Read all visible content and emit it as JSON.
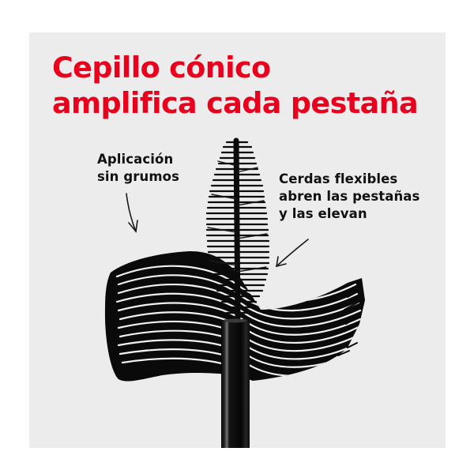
{
  "colors": {
    "background": "#ffffff",
    "panel": "#ececec",
    "title": "#e8001c",
    "text": "#111111",
    "mascara": "#0a0a0a"
  },
  "title": {
    "line1": "Cepillo cónico",
    "line2": "amplifica cada pestaña"
  },
  "annotations": {
    "left": {
      "line1": "Aplicación",
      "line2": "sin grumos",
      "arrow": "arrow-down-icon"
    },
    "right": {
      "line1": "Cerdas flexibles",
      "line2": "abren las pestañas",
      "line3": "y las elevan",
      "arrow": "arrow-down-left-icon"
    }
  },
  "illustration": {
    "brush": "conical-mascara-brush",
    "wand": "mascara-wand-handle",
    "swatch": "mascara-stroke-swatch"
  }
}
